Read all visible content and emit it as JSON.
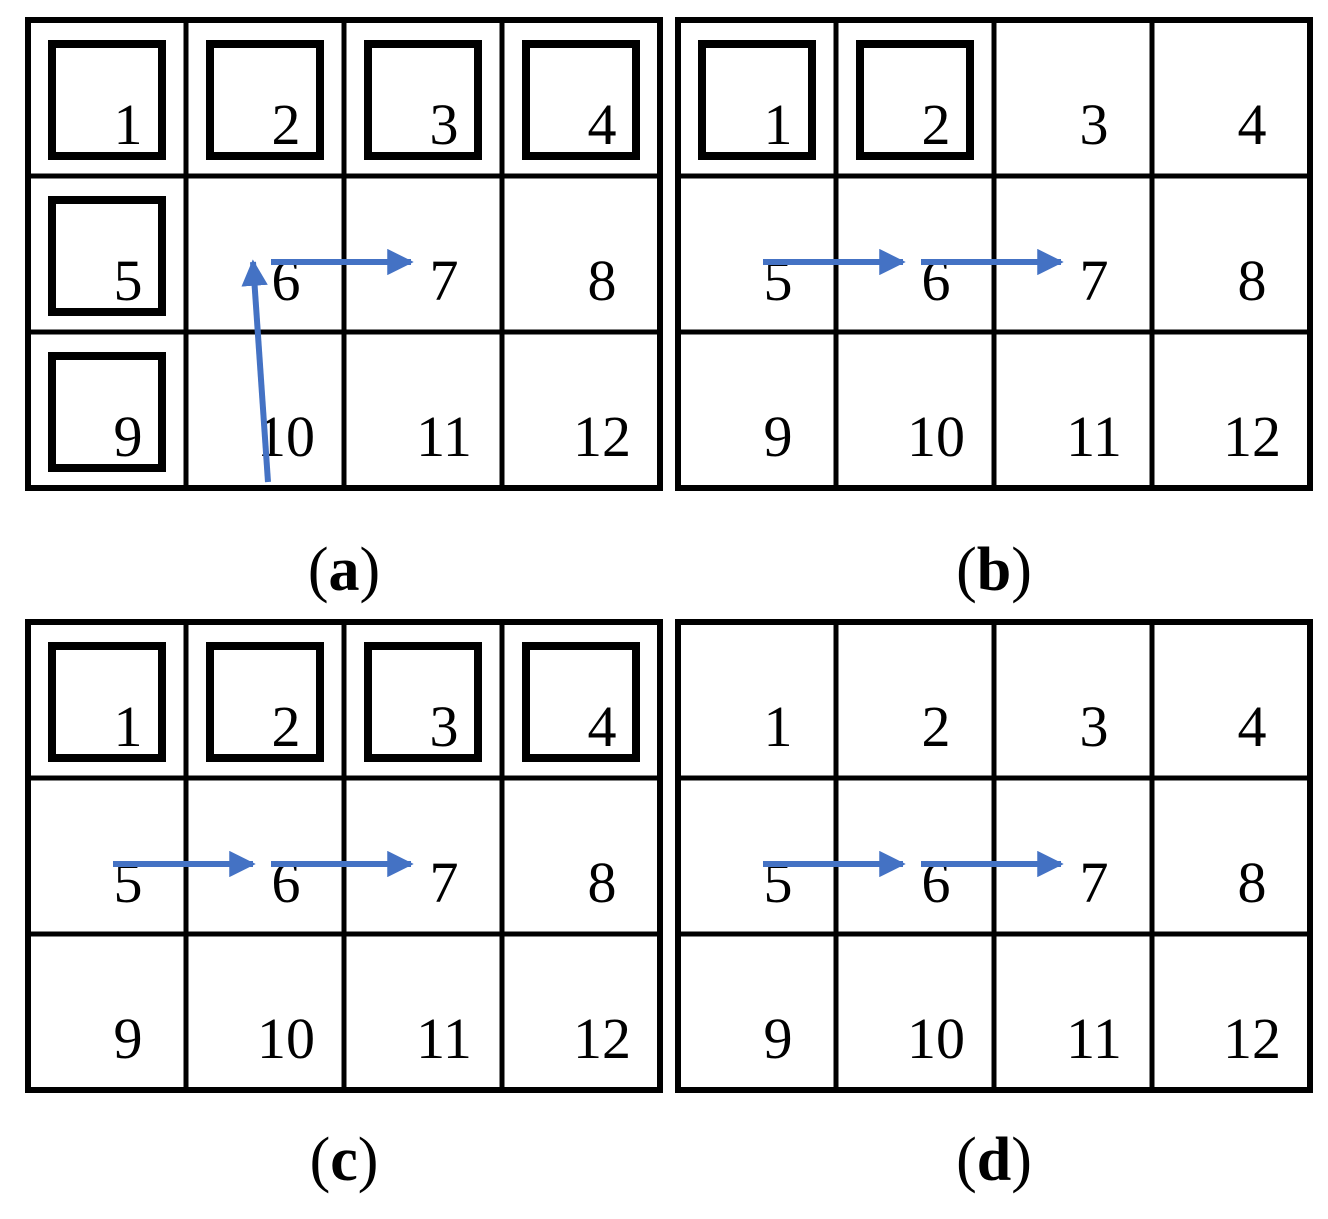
{
  "panels": [
    {
      "id": "a",
      "caption_open": "(",
      "caption_letter": "a",
      "caption_close": ")",
      "cells": [
        "1",
        "2",
        "3",
        "4",
        "5",
        "6",
        "7",
        "8",
        "9",
        "10",
        "11",
        "12"
      ],
      "marked_cells": [
        1,
        2,
        3,
        4,
        5,
        9
      ],
      "path": [
        10,
        6,
        7
      ]
    },
    {
      "id": "b",
      "caption_open": "(",
      "caption_letter": "b",
      "caption_close": ")",
      "cells": [
        "1",
        "2",
        "3",
        "4",
        "5",
        "6",
        "7",
        "8",
        "9",
        "10",
        "11",
        "12"
      ],
      "marked_cells": [
        1,
        2
      ],
      "path": [
        5,
        6,
        7
      ]
    },
    {
      "id": "c",
      "caption_open": "(",
      "caption_letter": "c",
      "caption_close": ")",
      "cells": [
        "1",
        "2",
        "3",
        "4",
        "5",
        "6",
        "7",
        "8",
        "9",
        "10",
        "11",
        "12"
      ],
      "marked_cells": [
        1,
        2,
        3,
        4
      ],
      "path": [
        5,
        6,
        7
      ]
    },
    {
      "id": "d",
      "caption_open": "(",
      "caption_letter": "d",
      "caption_close": ")",
      "cells": [
        "1",
        "2",
        "3",
        "4",
        "5",
        "6",
        "7",
        "8",
        "9",
        "10",
        "11",
        "12"
      ],
      "marked_cells": [],
      "path": [
        5,
        6,
        7
      ]
    }
  ],
  "colors": {
    "grid": "#000000",
    "arrow": "#4472C4",
    "marker": "#000000"
  }
}
